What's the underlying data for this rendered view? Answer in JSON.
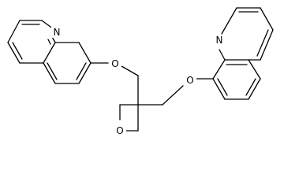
{
  "molecule": {
    "atoms": [
      {
        "symbol": "N"
      },
      {
        "symbol": "O"
      },
      {
        "symbol": "O"
      },
      {
        "symbol": "N"
      },
      {
        "symbol": "O"
      }
    ]
  }
}
